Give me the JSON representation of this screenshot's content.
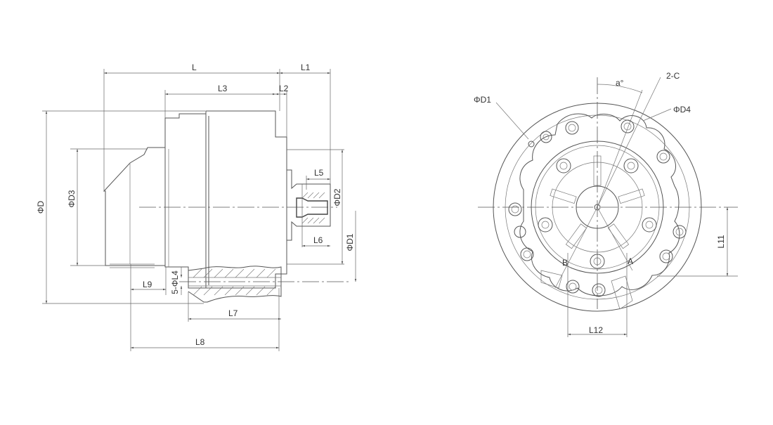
{
  "labels": {
    "L": "L",
    "L1": "L1",
    "L2": "L2",
    "L3": "L3",
    "L5": "L5",
    "L6": "L6",
    "L7": "L7",
    "L8": "L8",
    "L9": "L9",
    "phiD": "ΦD",
    "phiD3": "ΦD3",
    "phiD2": "ΦD2",
    "phiD1_side": "ΦD1",
    "phiL4": "5-ΦL4",
    "phiD1_front": "ΦD1",
    "phiD4": "ΦD4",
    "twoC": "2-C",
    "angle": "a°",
    "L11": "L11",
    "L12": "L12",
    "B": "B",
    "A": "A"
  }
}
